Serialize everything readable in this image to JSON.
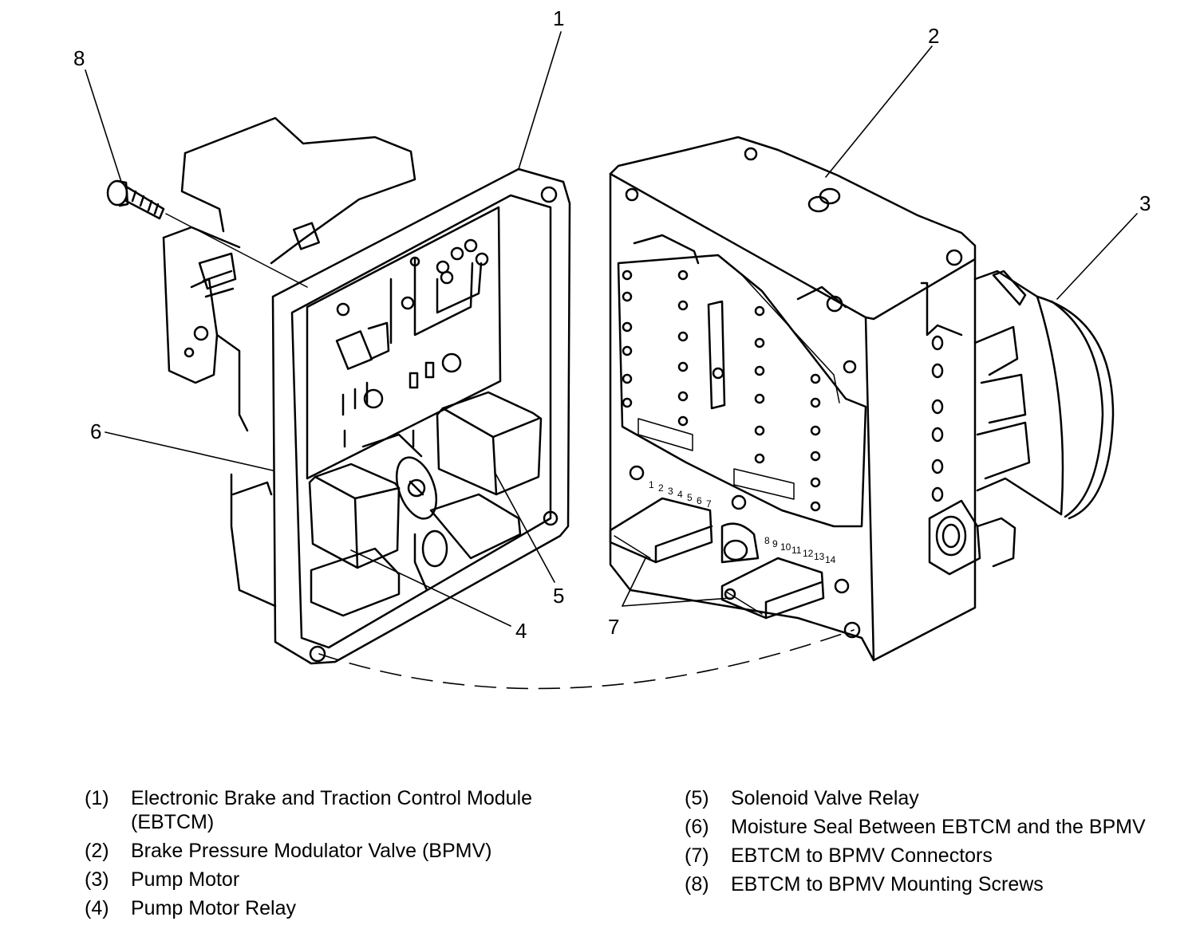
{
  "callouts": [
    "1",
    "2",
    "3",
    "4",
    "5",
    "6",
    "7",
    "8"
  ],
  "legend": {
    "left": [
      {
        "num": "(1)",
        "text": "Electronic Brake and Traction Control Module (EBTCM)"
      },
      {
        "num": "(2)",
        "text": "Brake Pressure Modulator Valve (BPMV)"
      },
      {
        "num": "(3)",
        "text": "Pump Motor"
      },
      {
        "num": "(4)",
        "text": "Pump Motor Relay"
      }
    ],
    "right": [
      {
        "num": "(5)",
        "text": "Solenoid Valve Relay"
      },
      {
        "num": "(6)",
        "text": "Moisture Seal Between EBTCM and the BPMV"
      },
      {
        "num": "(7)",
        "text": "EBTCM to BPMV Connectors"
      },
      {
        "num": "(8)",
        "text": "EBTCM to BPMV Mounting Screws"
      }
    ]
  },
  "pin_labels": {
    "row_a": [
      "1",
      "2",
      "3",
      "4",
      "5",
      "6",
      "7"
    ],
    "row_b": [
      "8",
      "9",
      "10",
      "11",
      "12",
      "13",
      "14"
    ]
  }
}
